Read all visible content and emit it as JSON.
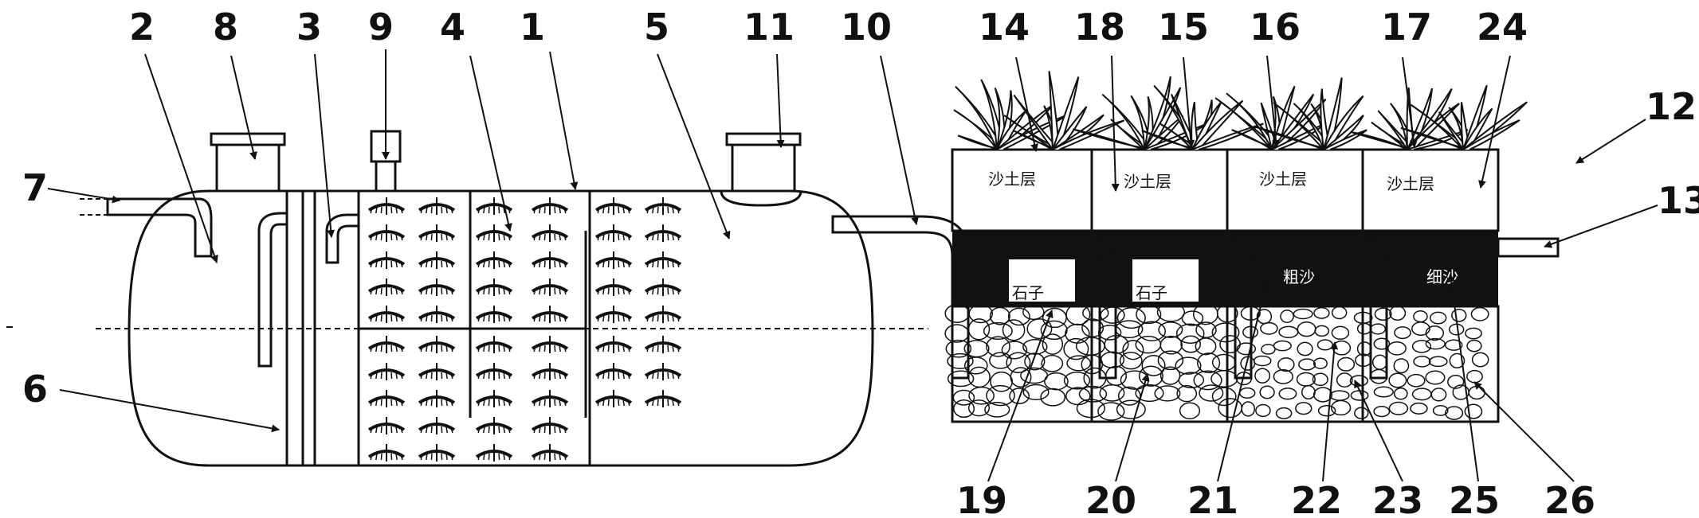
{
  "callouts": {
    "n1": "1",
    "n2": "2",
    "n3": "3",
    "n4": "4",
    "n5": "5",
    "n6": "6",
    "n7": "7",
    "n8": "8",
    "n9": "9",
    "n10": "10",
    "n11": "11",
    "n12": "12",
    "n13": "13",
    "n14": "14",
    "n15": "15",
    "n16": "16",
    "n17": "17",
    "n18": "18",
    "n19": "19",
    "n20": "20",
    "n21": "21",
    "n22": "22",
    "n23": "23",
    "n24": "24",
    "n25": "25",
    "n26": "26"
  },
  "layer_labels": {
    "soil_1": "沙土层",
    "soil_2": "沙土层",
    "soil_3": "沙土层",
    "soil_4": "沙土层",
    "stone_1": "石子",
    "stone_2": "石子",
    "coarse_sand": "粗沙",
    "fine_sand": "细沙"
  }
}
